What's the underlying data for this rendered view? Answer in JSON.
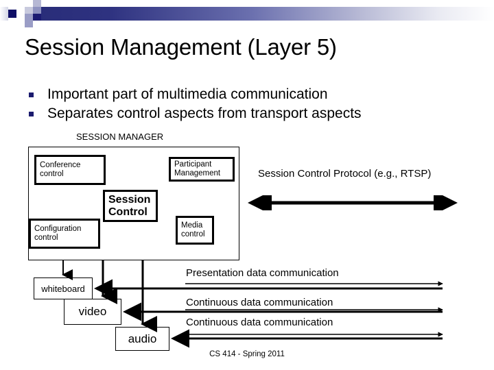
{
  "slide": {
    "title": "Session Management (Layer 5)",
    "footer": "CS 414 - Spring 2011",
    "accent_color": "#282c78",
    "bullet_color": "#1b1b6e",
    "line_color": "#000000",
    "background": "#ffffff"
  },
  "bullets": [
    {
      "text": "Important part of multimedia communication"
    },
    {
      "text": "Separates control aspects from transport aspects"
    }
  ],
  "diagram": {
    "session_manager_label": "SESSION MANAGER",
    "components": [
      {
        "id": "conference",
        "line1": "Conference",
        "line2": "control"
      },
      {
        "id": "participant",
        "line1": "Participant",
        "line2": "Management"
      },
      {
        "id": "session_control",
        "line1": "Session",
        "line2": "Control"
      },
      {
        "id": "media",
        "line1": "Media",
        "line2": "control"
      },
      {
        "id": "configuration",
        "line1": "Configuration",
        "line2": "control"
      }
    ],
    "protocol_label": "Session Control Protocol (e.g., RTSP)",
    "media_boxes": [
      {
        "id": "whiteboard",
        "label": "whiteboard"
      },
      {
        "id": "video",
        "label": "video"
      },
      {
        "id": "audio",
        "label": "audio"
      }
    ],
    "data_labels": [
      {
        "id": "presentation",
        "text": "Presentation data communication"
      },
      {
        "id": "continuous-1",
        "text": "Continuous data communication"
      },
      {
        "id": "continuous-2",
        "text": "Continuous data communication"
      }
    ]
  }
}
